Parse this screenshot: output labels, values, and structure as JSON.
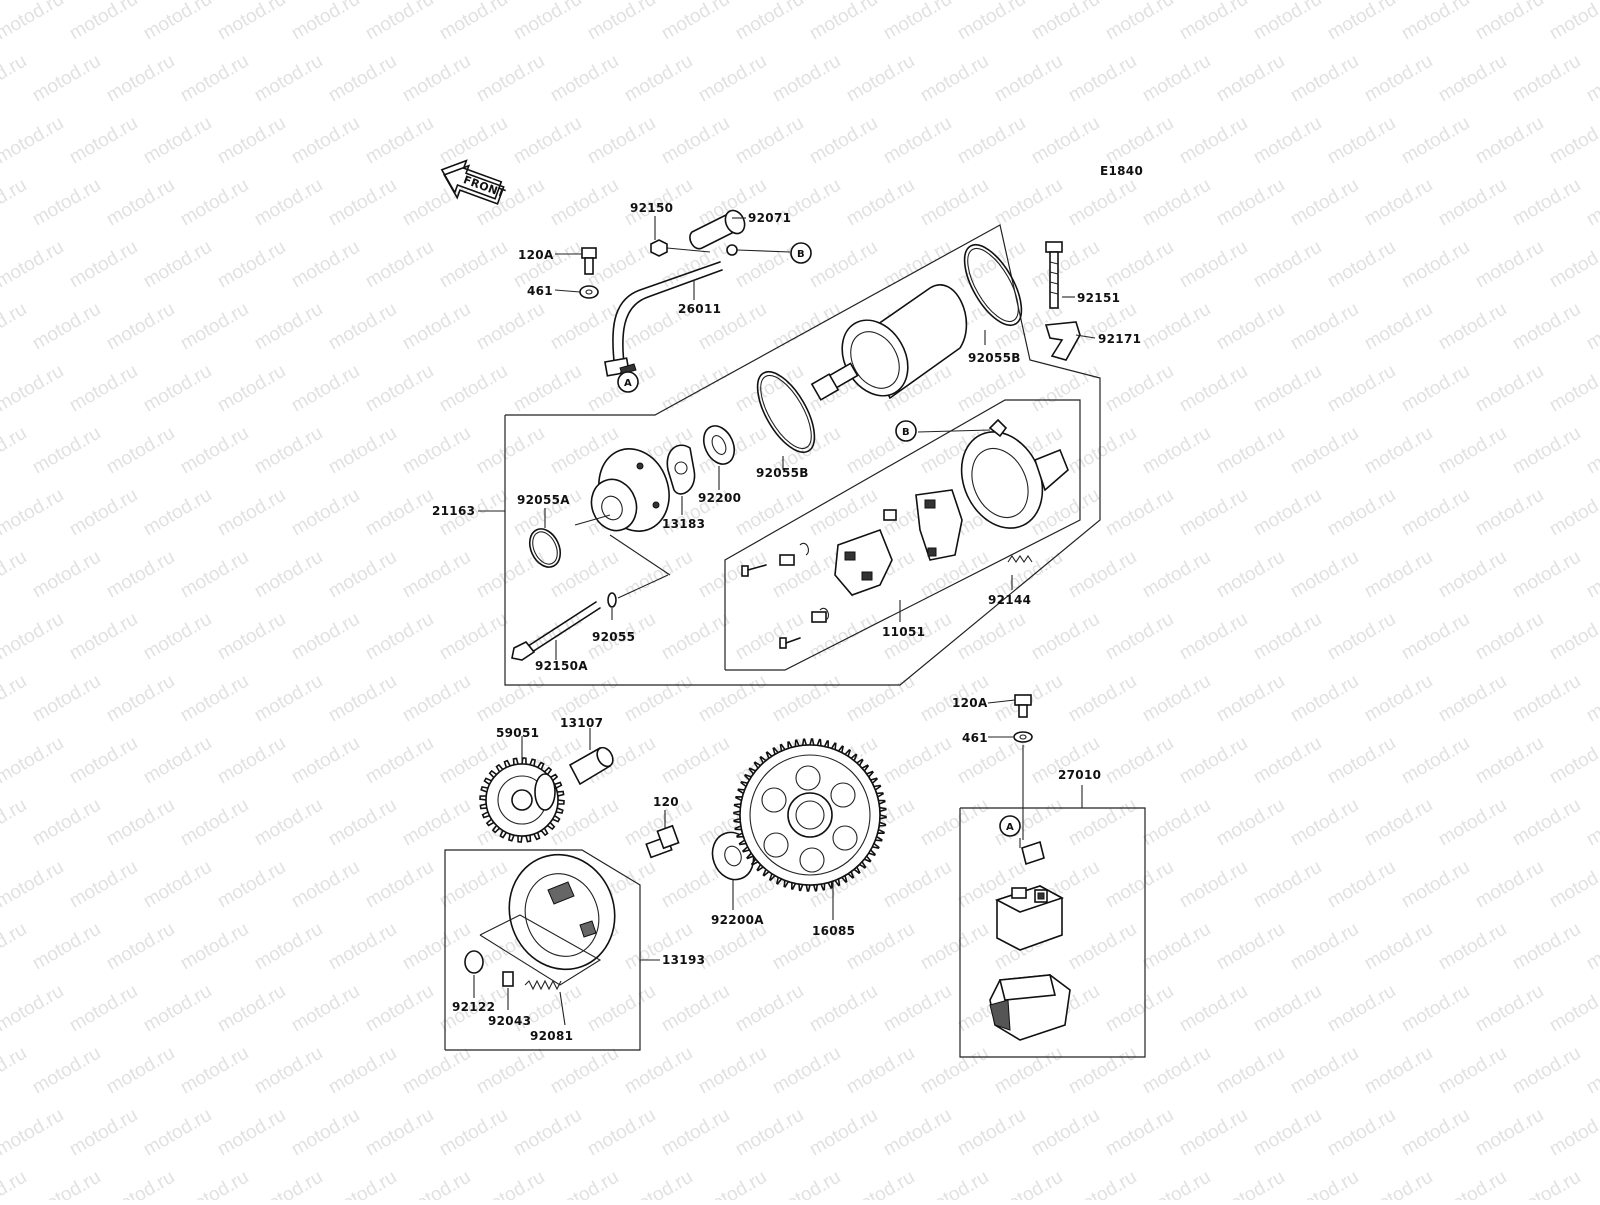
{
  "diagram": {
    "code": "E1840",
    "front_label": "FRONT",
    "watermark": "motod.ru",
    "callouts": {
      "a": "A",
      "b": "B"
    },
    "labels": {
      "p92150": "92150",
      "p92071": "92071",
      "p120A_top": "120A",
      "p461_top": "461",
      "p26011": "26011",
      "p92151": "92151",
      "p92171": "92171",
      "p92055B_top": "92055B",
      "p92055B_mid": "92055B",
      "p92200": "92200",
      "p13183": "13183",
      "p21163": "21163",
      "p92055A": "92055A",
      "p92055": "92055",
      "p92150A": "92150A",
      "p92144": "92144",
      "p11051": "11051",
      "p59051": "59051",
      "p13107": "13107",
      "p120": "120",
      "p92200A": "92200A",
      "p16085": "16085",
      "p13193": "13193",
      "p92122": "92122",
      "p92043": "92043",
      "p92081": "92081",
      "p120A_bot": "120A",
      "p461_bot": "461",
      "p27010": "27010"
    }
  }
}
